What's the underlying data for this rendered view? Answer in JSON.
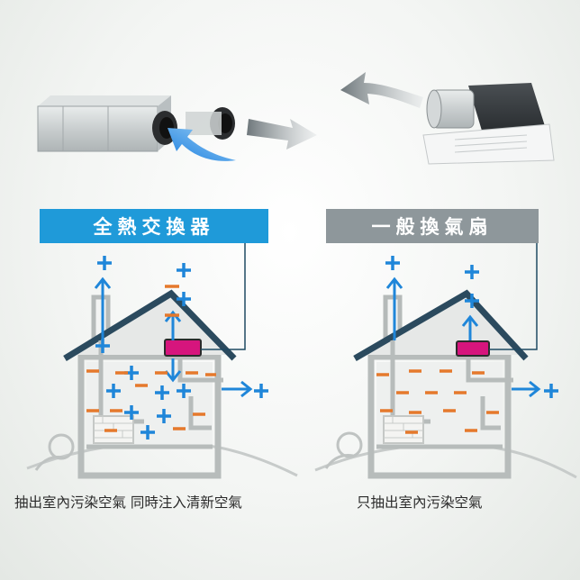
{
  "left_panel": {
    "title": "全熱交換器",
    "caption": "抽出室內污染空氣 同時注入清新空氣"
  },
  "right_panel": {
    "title": "一般換氣扇",
    "caption": "只抽出室內污染空氣"
  },
  "colors": {
    "left_banner": "#1f9ad9",
    "right_banner": "#8e979b",
    "fresh_air_plus": "#1f86d9",
    "polluted_air_minus": "#e5792c",
    "device_magenta": "#d6157d",
    "roof": "#2b4a5e",
    "wall": "#b7bcbb"
  },
  "icons": {
    "fresh_air_symbol": "plus-sign",
    "polluted_air_symbol": "minus-sign"
  }
}
